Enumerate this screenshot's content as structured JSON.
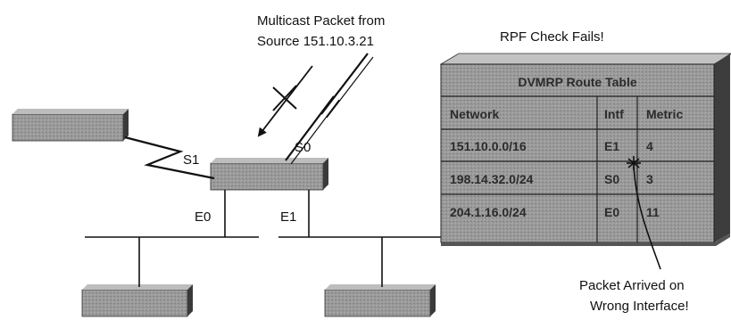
{
  "callout_packet": {
    "line1": "Multicast Packet from",
    "line2": "Source 151.10.3.21"
  },
  "rpf_title": "RPF Check Fails!",
  "interfaces": {
    "s0": "S0",
    "s1": "S1",
    "e0": "E0",
    "e1": "E1"
  },
  "route_table": {
    "title": "DVMRP Route Table",
    "headers": [
      "Network",
      "Intf",
      "Metric"
    ],
    "rows": [
      [
        "151.10.0.0/16",
        "E1",
        "4"
      ],
      [
        "198.14.32.0/24",
        "S0",
        "3"
      ],
      [
        "204.1.16.0/24",
        "E0",
        "11"
      ]
    ]
  },
  "callout_wrong": {
    "line1": "Packet Arrived on",
    "line2": "Wrong Interface!"
  },
  "colors": {
    "box_face": "#8c8c8c",
    "box_top": "#b5b5b5",
    "box_side": "#4a4a4a",
    "line": "#111111"
  }
}
